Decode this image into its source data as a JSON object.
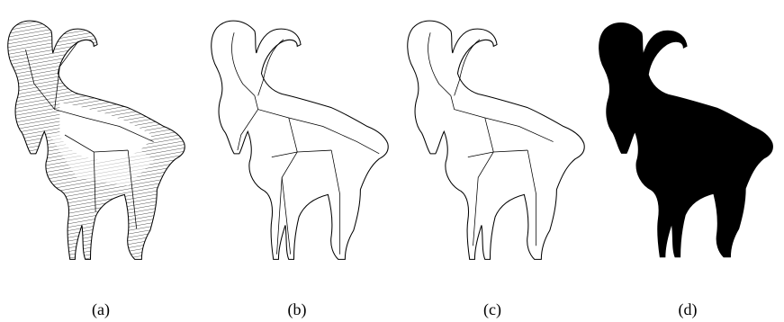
{
  "panels": [
    {
      "label": "(a)",
      "content": "medial-axis-triangulation"
    },
    {
      "label": "(b)",
      "content": "outline-with-skeleton"
    },
    {
      "label": "(c)",
      "content": "outline-with-pruned-skeleton"
    },
    {
      "label": "(d)",
      "content": "filled-silhouette"
    }
  ],
  "colors": {
    "ink": "#000000",
    "background": "#ffffff",
    "hatch": "#333333"
  }
}
